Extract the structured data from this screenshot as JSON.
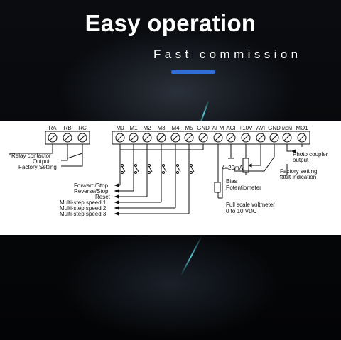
{
  "header": {
    "title": "Easy operation",
    "subtitle": "Fast commission"
  },
  "colors": {
    "accent": "#2d6fd6",
    "background": "#050608",
    "panel": "#ffffff"
  },
  "diagram": {
    "relay_terminals": [
      "RA",
      "RB",
      "RC"
    ],
    "control_terminals": [
      "M0",
      "M1",
      "M2",
      "M3",
      "M4",
      "M5",
      "GND",
      "AFM",
      "ACI",
      "+10V",
      "AVI",
      "GND",
      "MCM",
      "MO1"
    ],
    "relay_labels": [
      "Relay contactor",
      "Output",
      "Factory Setting"
    ],
    "input_labels": [
      "Forward/Stop",
      "Reverse/Stop",
      "Reset",
      "Multi-step speed 1",
      "Multi-step speed 2",
      "Multi-step speed 3"
    ],
    "current_label": "4~20mA",
    "bias_label": "Bias",
    "potentiometer_label": "Potentiometer",
    "voltmeter_label": "Full scale voltmeter",
    "voltmeter_range": "0 to 10 VDC",
    "photo_coupler_label": "Photo coupler",
    "photo_coupler_output": "output",
    "factory_setting_label": "Factory setting:",
    "fault_label": "fault indication"
  }
}
